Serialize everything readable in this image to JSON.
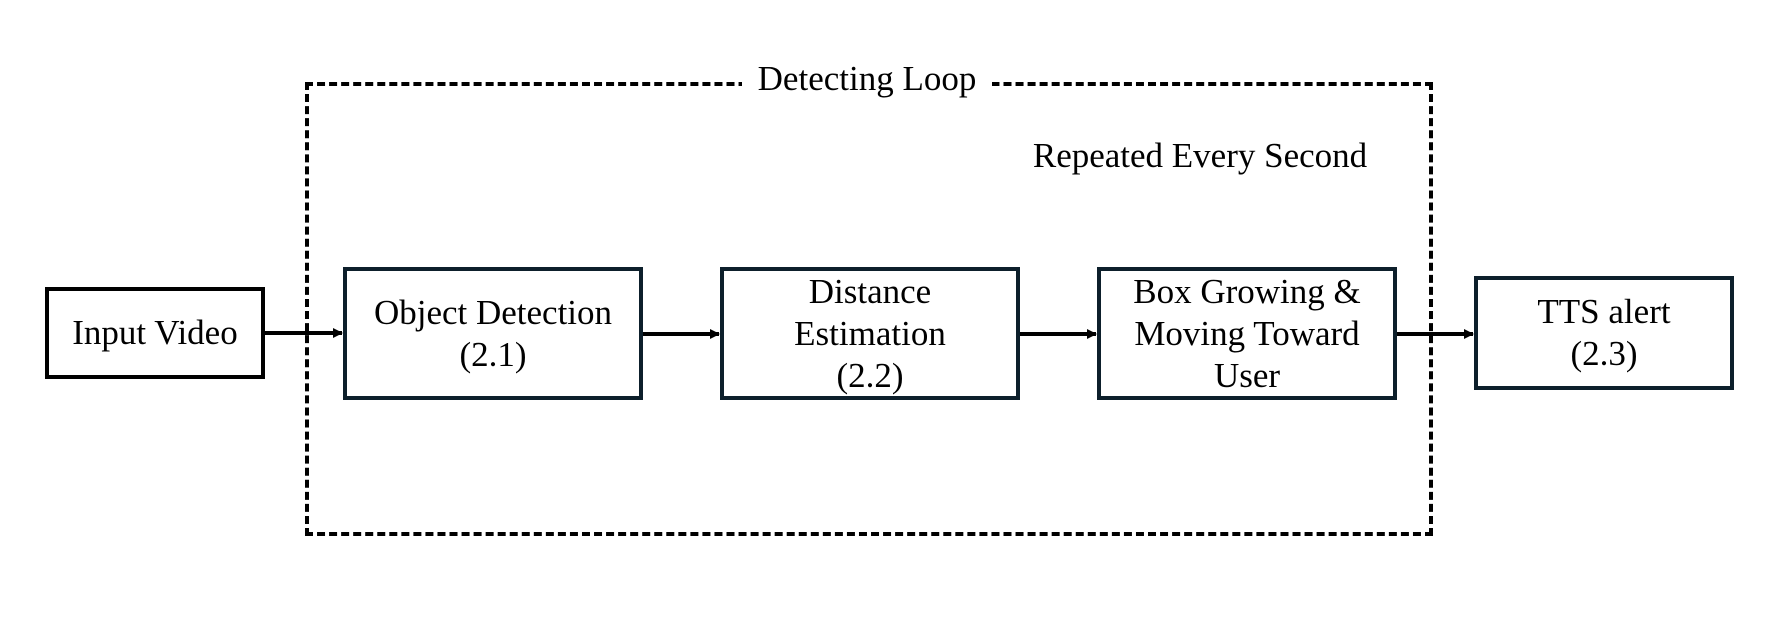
{
  "loop": {
    "title": "Detecting Loop",
    "note": "Repeated Every Second"
  },
  "nodes": {
    "input_video": {
      "lines": [
        "Input Video"
      ]
    },
    "object_detection": {
      "lines": [
        "Object Detection",
        "(2.1)"
      ]
    },
    "distance_estimation": {
      "lines": [
        "Distance",
        "Estimation",
        "(2.2)"
      ]
    },
    "box_growing": {
      "lines": [
        "Box Growing &",
        "Moving Toward",
        "User"
      ]
    },
    "tts_alert": {
      "lines": [
        "TTS alert",
        "(2.3)"
      ]
    }
  },
  "edges": [
    {
      "from": "input_video",
      "to": "object_detection"
    },
    {
      "from": "object_detection",
      "to": "distance_estimation"
    },
    {
      "from": "distance_estimation",
      "to": "box_growing"
    },
    {
      "from": "box_growing",
      "to": "tts_alert"
    }
  ],
  "colors": {
    "box_border": "#0d1f2b",
    "line": "#000000",
    "background": "#ffffff"
  }
}
